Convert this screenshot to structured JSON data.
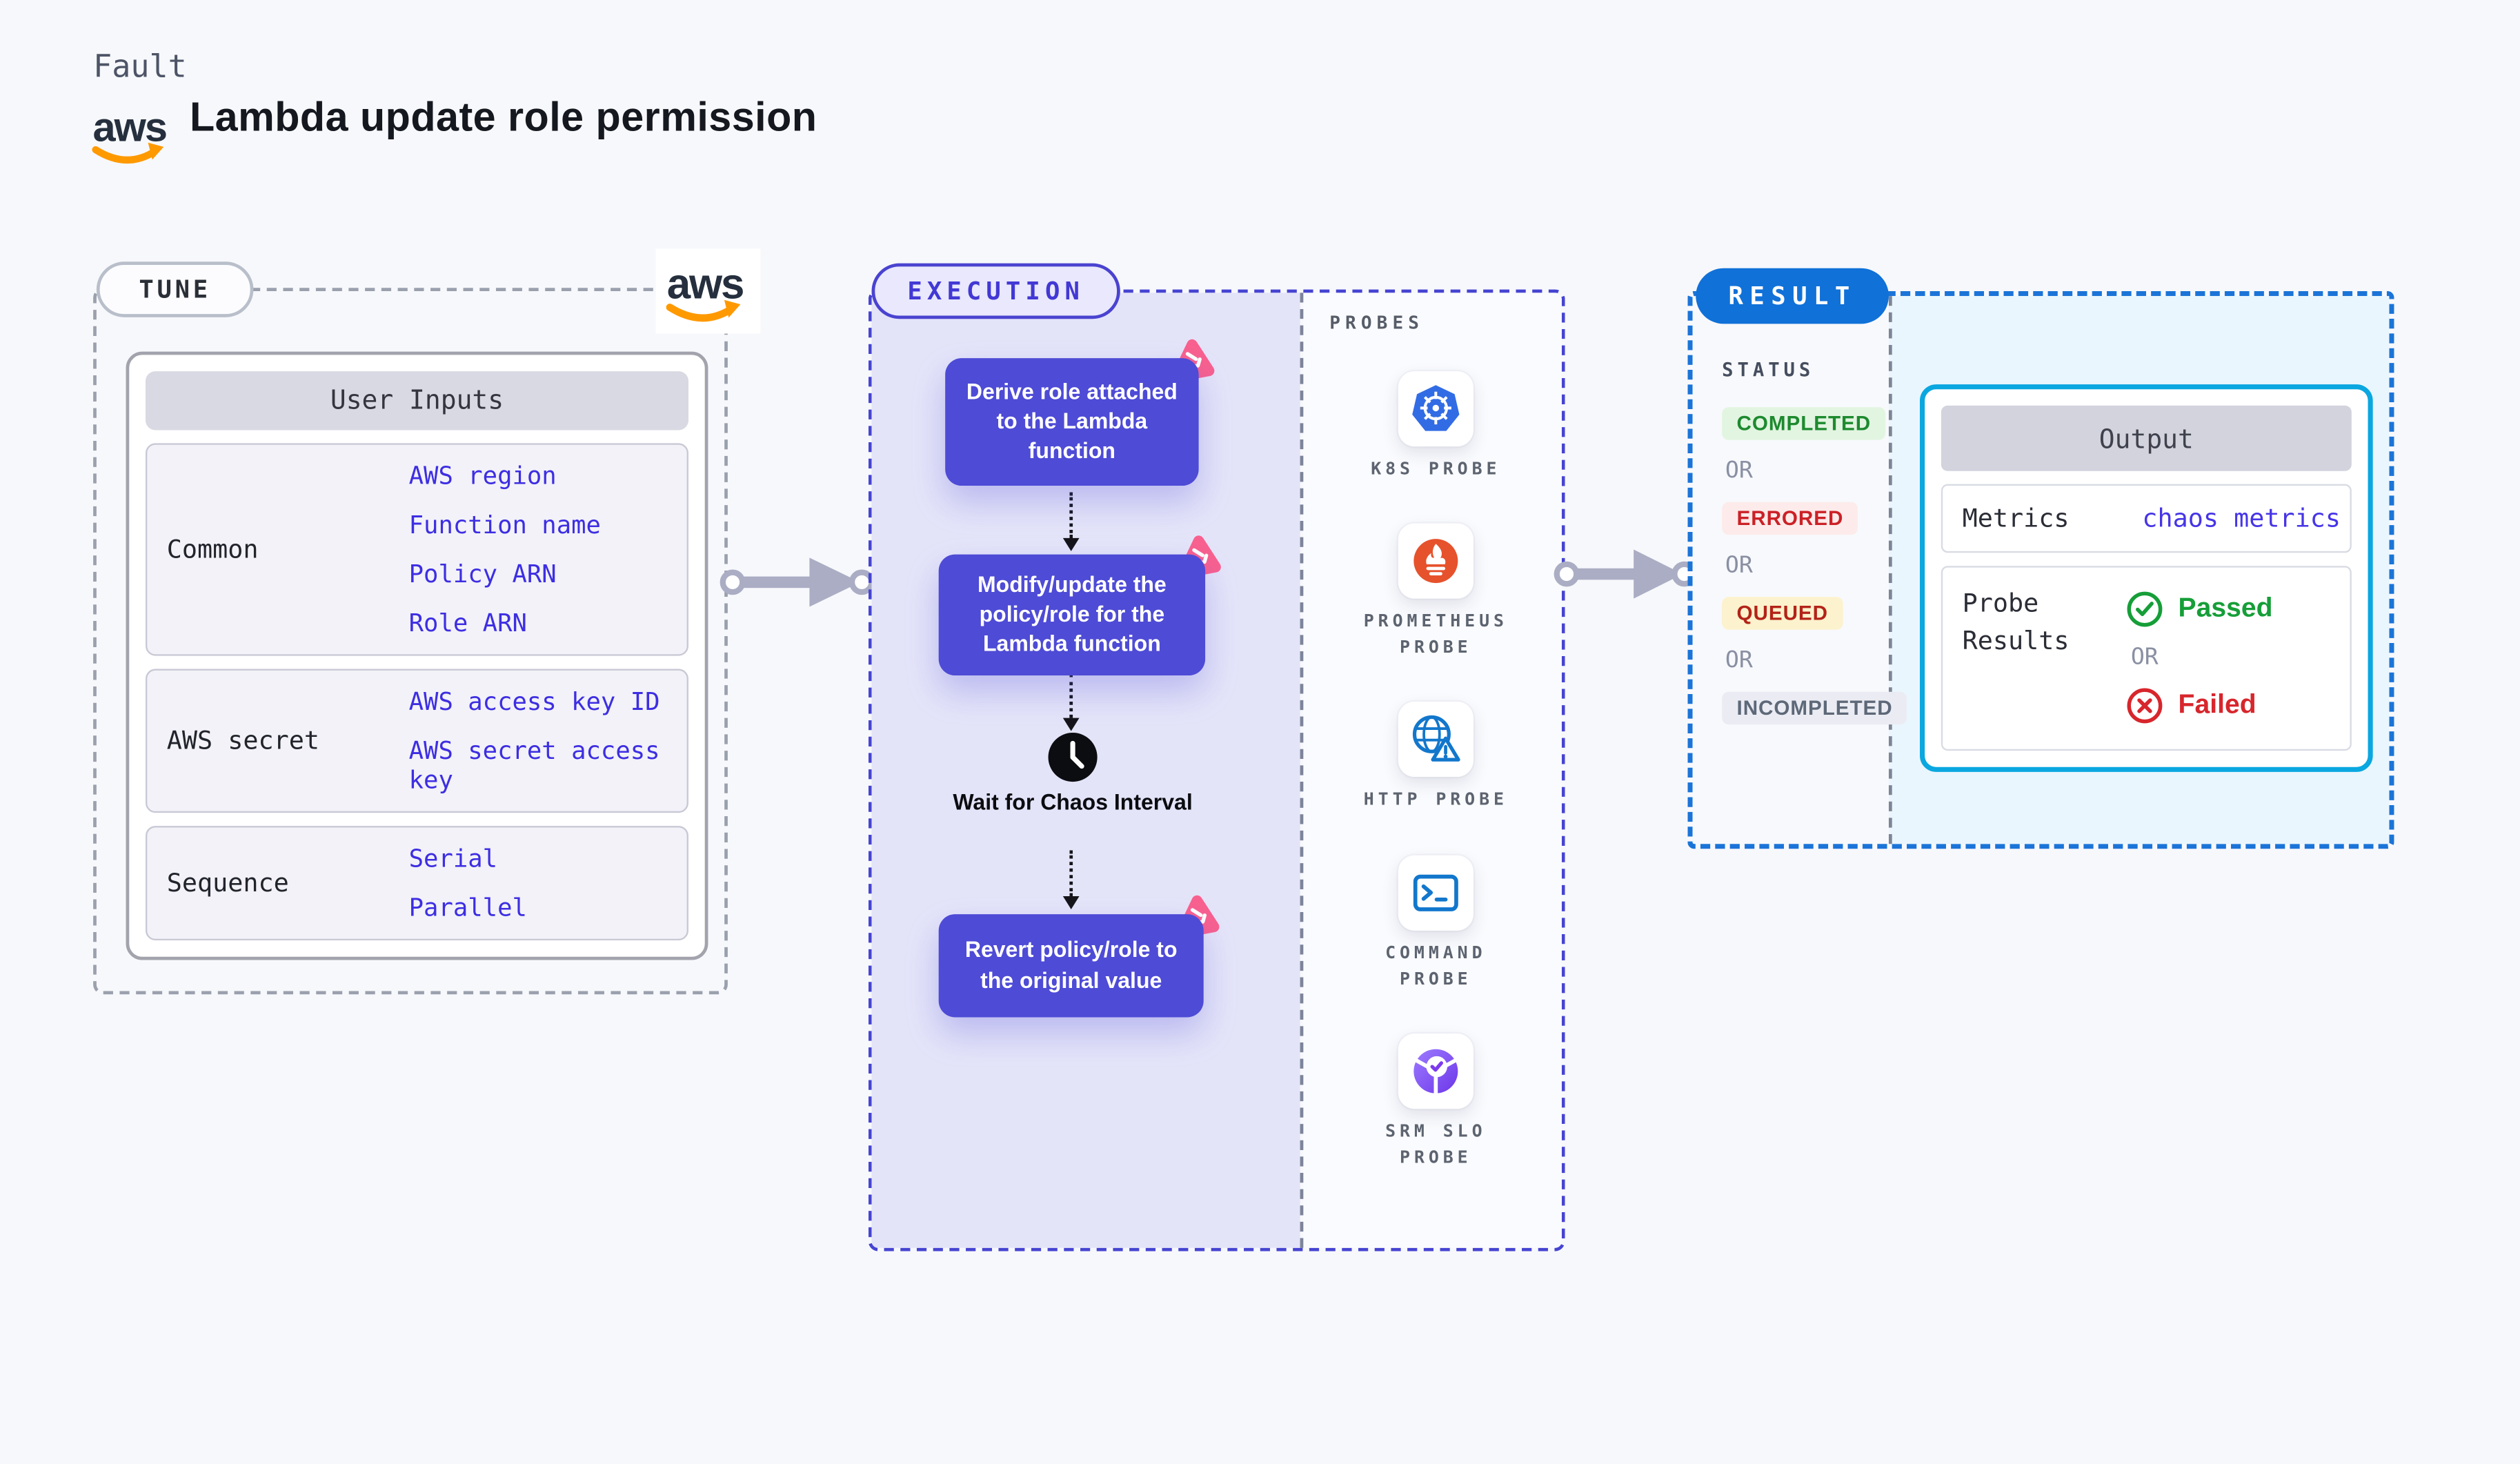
{
  "header": {
    "eyebrow": "Fault",
    "title": "Lambda update role permission",
    "brand": "aws"
  },
  "tune": {
    "badge": "TUNE",
    "table": {
      "header": "User Inputs",
      "rows": [
        {
          "label": "Common",
          "links": [
            "AWS region",
            "Function name",
            "Policy ARN",
            "Role ARN"
          ]
        },
        {
          "label": "AWS secret",
          "links": [
            "AWS access key ID",
            "AWS secret access key"
          ]
        },
        {
          "label": "Sequence",
          "links": [
            "Serial",
            "Parallel"
          ]
        }
      ]
    }
  },
  "execution": {
    "badge": "EXECUTION",
    "steps": [
      "Derive role attached to the Lambda function",
      "Modify/update the policy/role for the Lambda function",
      "Revert policy/role to the original value"
    ],
    "wait_label": "Wait for Chaos Interval",
    "probes": {
      "title": "PROBES",
      "items": [
        {
          "label": "K8S PROBE",
          "icon": "kubernetes-icon"
        },
        {
          "label": "PROMETHEUS PROBE",
          "icon": "prometheus-icon"
        },
        {
          "label": "HTTP PROBE",
          "icon": "http-globe-warning-icon"
        },
        {
          "label": "COMMAND PROBE",
          "icon": "terminal-icon"
        },
        {
          "label": "SRM SLO PROBE",
          "icon": "srm-slo-icon"
        }
      ]
    }
  },
  "result": {
    "badge": "RESULT",
    "status": {
      "title": "STATUS",
      "separator": "OR",
      "items": [
        {
          "label": "COMPLETED",
          "color": "#1d8a2f",
          "bg": "#e2f5e1"
        },
        {
          "label": "ERRORED",
          "color": "#cb2127",
          "bg": "#fcebea"
        },
        {
          "label": "QUEUED",
          "color": "#b32318",
          "bg": "#fcf2cd"
        },
        {
          "label": "INCOMPLETED",
          "color": "#5d6878",
          "bg": "#ebecf3"
        }
      ]
    },
    "output": {
      "header": "Output",
      "metrics_label": "Metrics",
      "metrics_link": "chaos metrics",
      "probe_results_label": "Probe Results",
      "separator": "OR",
      "passed": {
        "label": "Passed",
        "color": "#169e38"
      },
      "failed": {
        "label": "Failed",
        "color": "#d7262c"
      }
    }
  },
  "colors": {
    "page_bg": "#f7f8fb",
    "accent_indigo": "#4644d2",
    "node_indigo": "#4e4bd6",
    "lavender_bg": "#e4e4f9",
    "result_blue": "#1071d8",
    "output_cyan": "#0aa7e0",
    "output_bg": "#e9f6fd",
    "link_blue": "#3d2ee2",
    "chaos_pink": "#f8618f",
    "aws_orange": "#ff9900",
    "arrow_gray": "#abadc4"
  }
}
